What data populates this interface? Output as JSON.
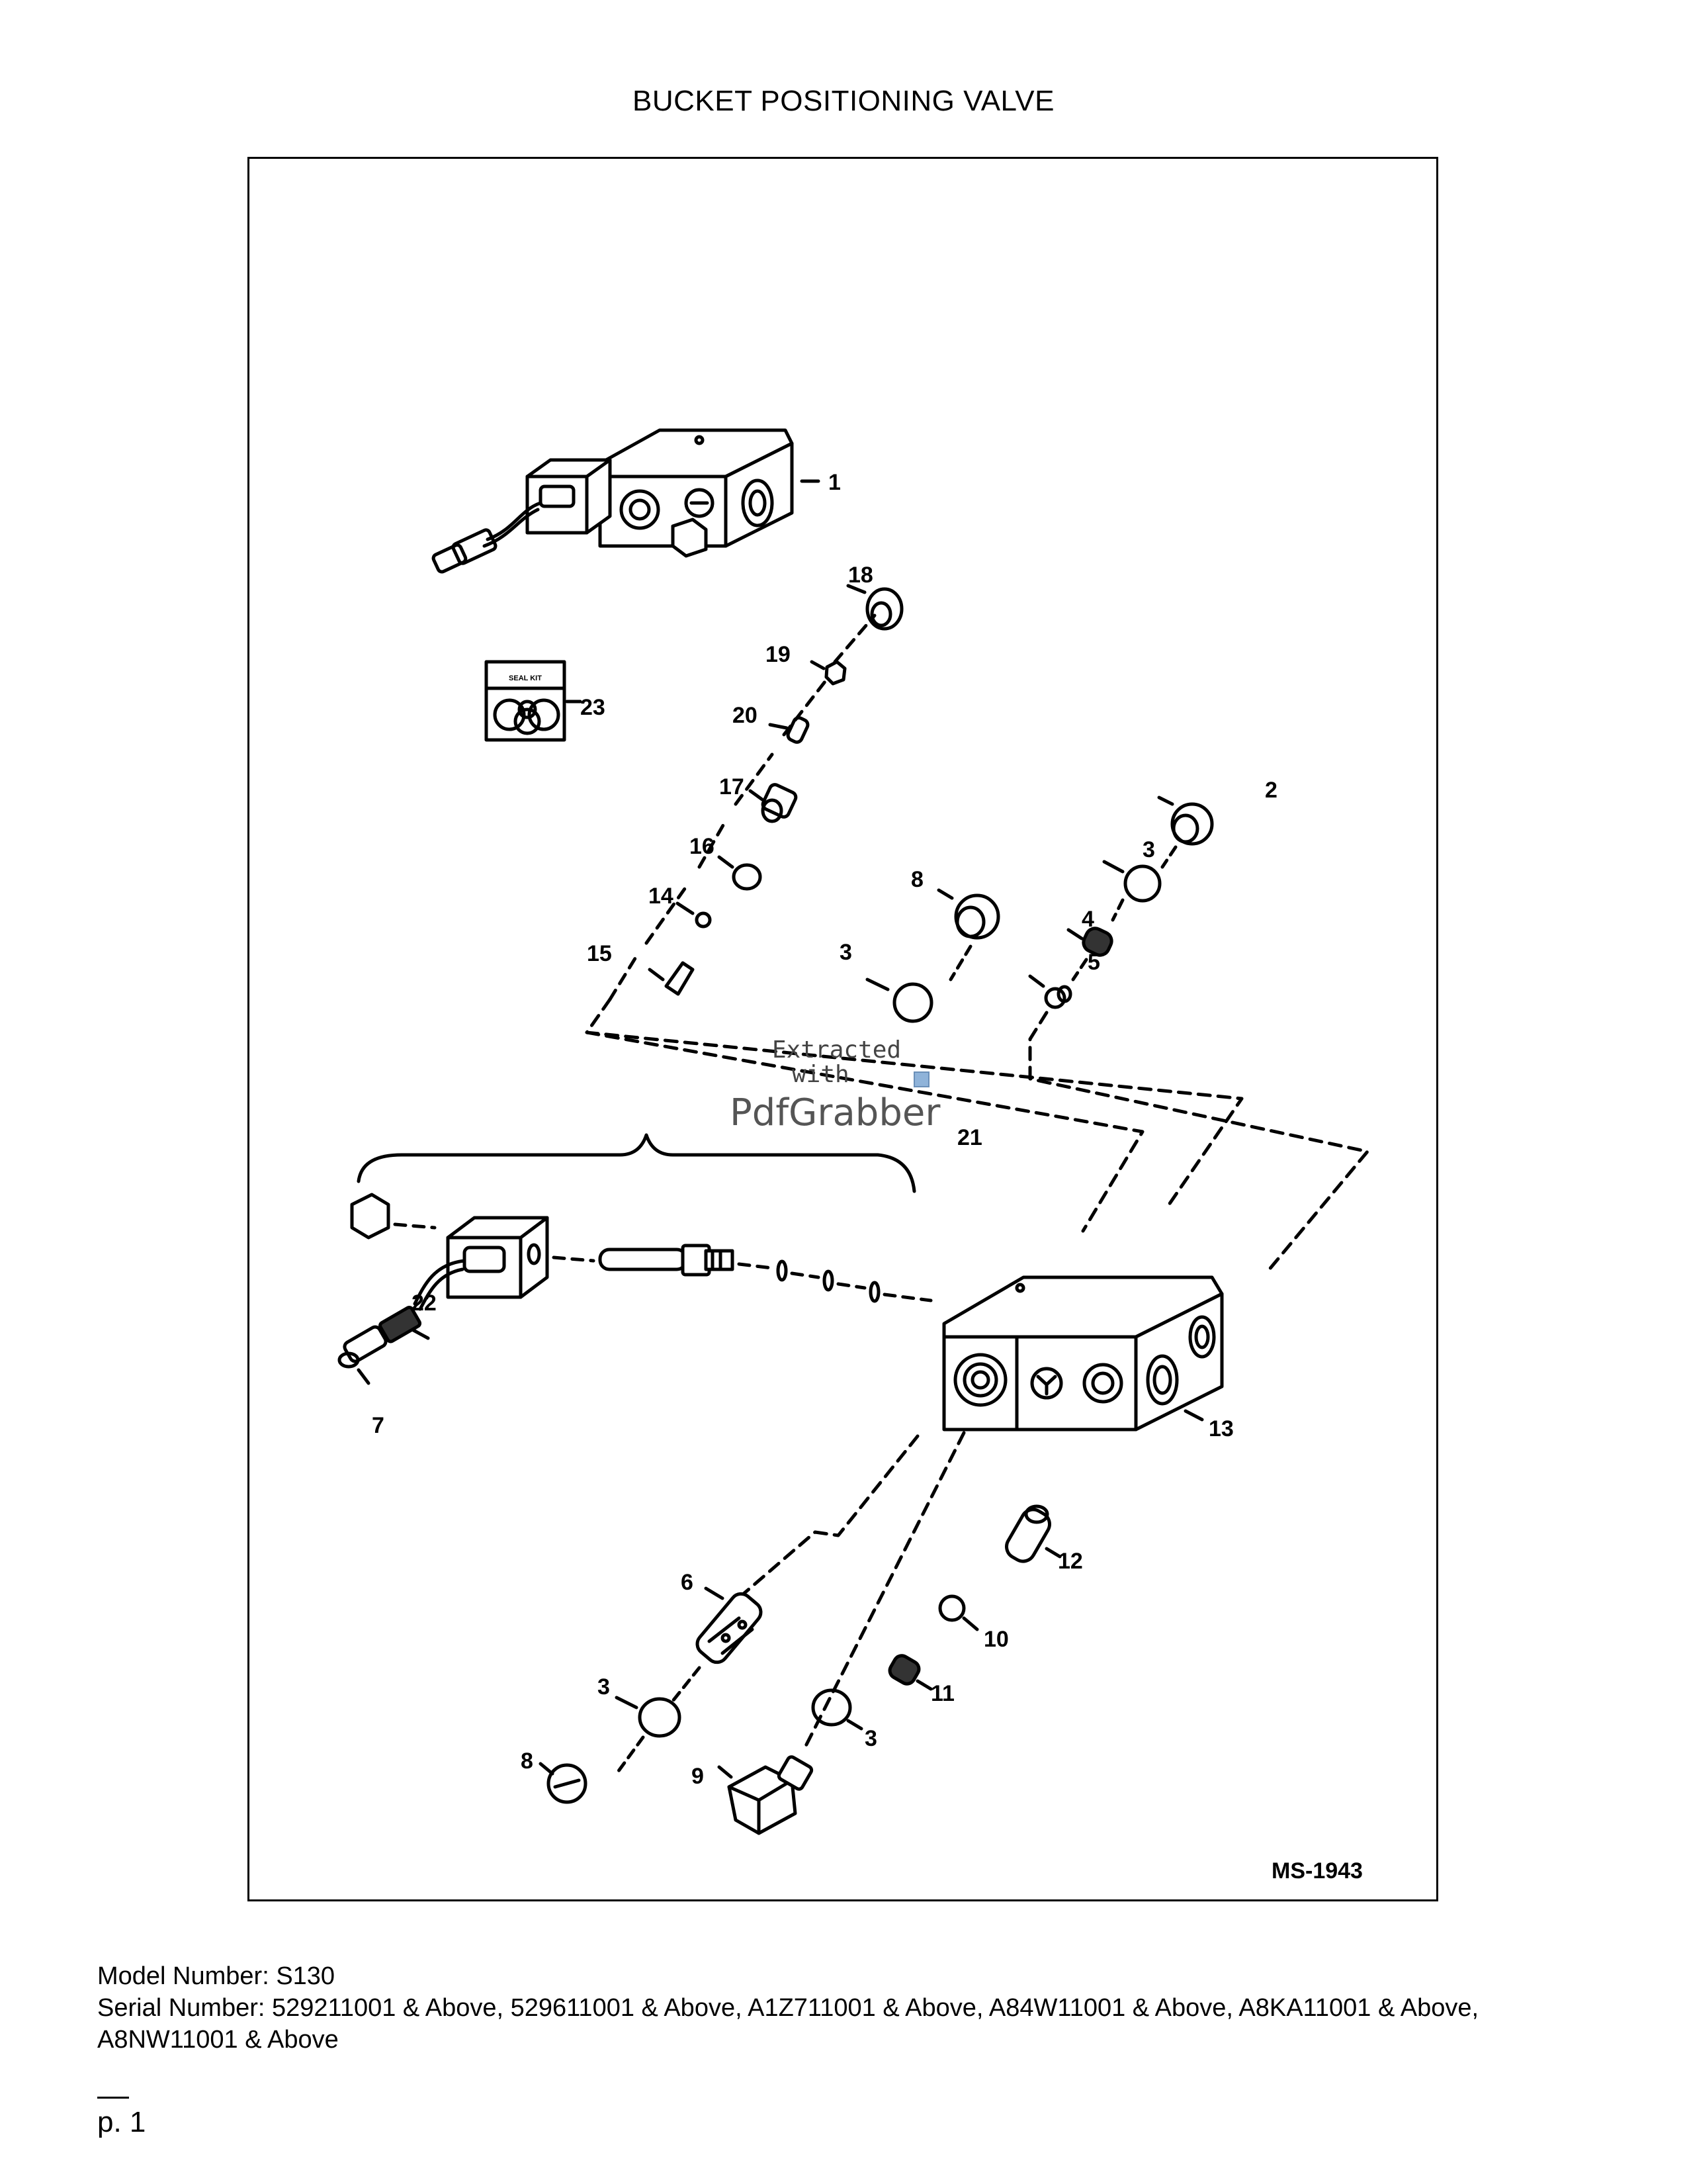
{
  "document": {
    "title": "BUCKET POSITIONING VALVE",
    "figure_code": "MS-1943",
    "watermark": {
      "line1": "Extracted",
      "line2": "with",
      "brand": "PdfGrabber"
    },
    "callouts": {
      "c1": "1",
      "c2": "2",
      "c3a": "3",
      "c3b": "3",
      "c3c": "3",
      "c3d": "3",
      "c4": "4",
      "c5": "5",
      "c6": "6",
      "c7": "7",
      "c8a": "8",
      "c8b": "8",
      "c9": "9",
      "c10": "10",
      "c11": "11",
      "c12": "12",
      "c13": "13",
      "c14": "14",
      "c15": "15",
      "c16": "16",
      "c17": "17",
      "c18": "18",
      "c19": "19",
      "c20": "20",
      "c21": "21",
      "c22": "22",
      "c23": "23"
    },
    "seal_kit_label": "SEAL KIT",
    "model_line": "Model Number: S130",
    "serial_line": "Serial Number: 529211001 & Above, 529611001 & Above, A1Z711001 & Above, A84W11001 & Above, A8KA11001 & Above, A8NW11001 & Above",
    "page_label": "p. 1"
  }
}
